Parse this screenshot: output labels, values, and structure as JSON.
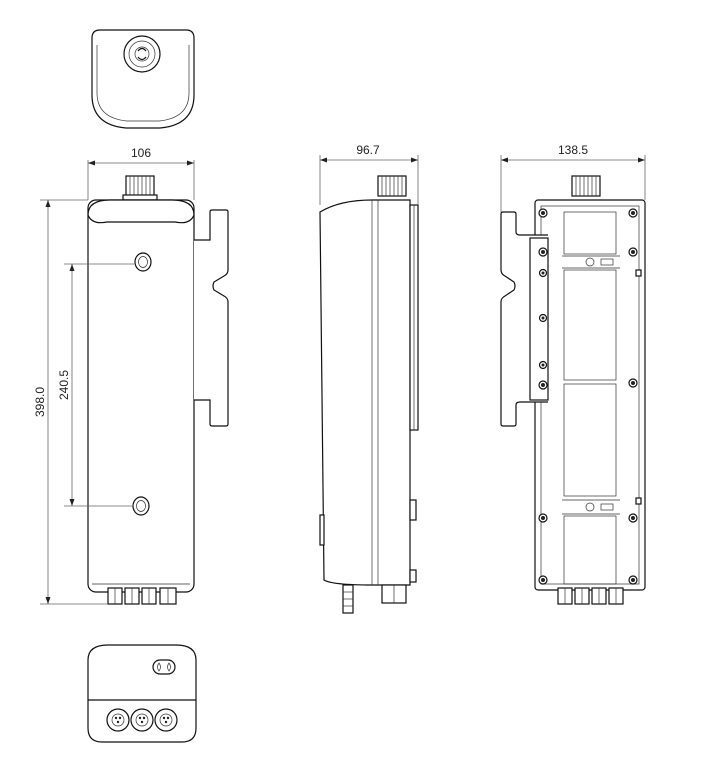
{
  "dimensions": {
    "front_width": "106",
    "side_depth": "96.7",
    "back_width": "138.5",
    "overall_height": "398.0",
    "mount_hole_spacing": "240.5"
  }
}
